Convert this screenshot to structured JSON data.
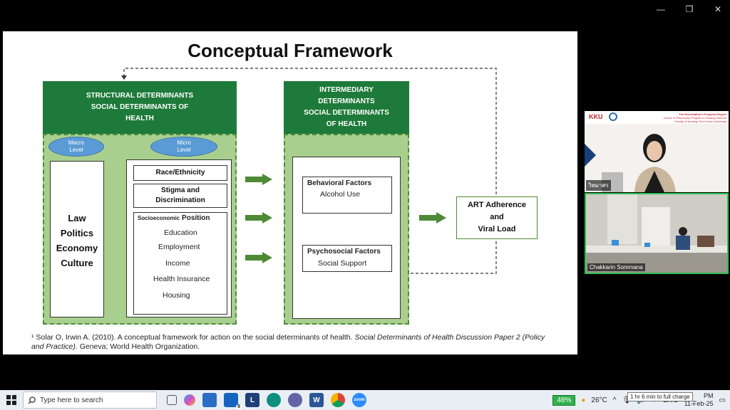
{
  "window": {
    "controls": [
      "—",
      "❐",
      "✕"
    ]
  },
  "slide": {
    "title": "Conceptual Framework",
    "structural": {
      "header": [
        "STRUCTURAL DETERMINANTS",
        "SOCIAL DETERMINANTS OF",
        "HEALTH"
      ],
      "macro_label": [
        "Macro",
        "Level"
      ],
      "micro_label": [
        "Micro",
        "Level"
      ],
      "macro_items": [
        "Law",
        "Politics",
        "Economy",
        "Culture"
      ],
      "race": "Race/Ethnicity",
      "stigma": [
        "Stigma and",
        "Discrimination"
      ],
      "socio_title_small": "Socioeconomic",
      "socio_title_big": "Position",
      "socio_items": [
        "Education",
        "Employment",
        "Income",
        "Health Insurance",
        "Housing"
      ]
    },
    "intermediary": {
      "header": [
        "INTERMEDIARY",
        "DETERMINANTS",
        "SOCIAL DETERMINANTS",
        "OF HEALTH"
      ],
      "behavioral_title": "Behavioral Factors",
      "behavioral_item": "Alcohol Use",
      "psychosocial_title": "Psychosocial Factors",
      "psychosocial_item": "Social Support"
    },
    "outcome": [
      "ART Adherence",
      "and",
      "Viral Load"
    ],
    "reference": {
      "mark": "¹",
      "plain": " Solar O, Irwin A. (2010). A conceptual framework for action on the social determinants of health. ",
      "italic": "Social Determinants of Health Discussion Paper 2 (Policy and Practice)",
      "tail": ". Geneva; World Health Organization."
    },
    "colors": {
      "header_green": "#1e7a3a",
      "panel_green": "#a9cf8e",
      "arrow_green": "#4e8a36",
      "oval_blue": "#5b9bd5"
    }
  },
  "participants": {
    "top_logo": "KKU",
    "top_banner": [
      "The Dissertation's Progress Report",
      "Doctor of Philosophy Program in Nursing Science",
      "Faculty of Nursing, Khon Kaen University"
    ],
    "top_name": "วิพมาศร",
    "bottom_name": "Chakkarin Sommana"
  },
  "taskbar": {
    "search_placeholder": "Type here to search",
    "icons": [
      "task-view-icon",
      "copilot-icon",
      "store-icon",
      "mail-icon",
      "l-app-icon",
      "edge-icon",
      "teams-icon",
      "word-icon",
      "chrome-icon",
      "zoom-icon"
    ],
    "battery": "48%",
    "weather": "26°C",
    "lang": "ENG",
    "time": "PM",
    "date": "11-Feb-25",
    "tooltip": "1 hr 6 min to full charge",
    "mail_badge": "8"
  }
}
